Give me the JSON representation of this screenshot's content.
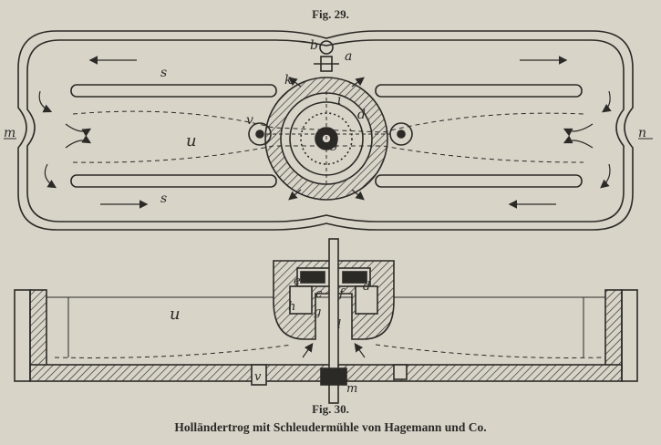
{
  "figure_top": {
    "label": "Fig. 29."
  },
  "figure_bottom": {
    "label": "Fig. 30."
  },
  "caption": "Holländertrog mit Schleudermühle von Hagemann und Co.",
  "plan_labels": {
    "a": "a",
    "b": "b",
    "k": "k",
    "i": "i",
    "d": "d",
    "g": "g",
    "v": "v",
    "u": "u",
    "m": "m",
    "n": "n",
    "s_top": "s",
    "s_bottom": "s"
  },
  "section_labels": {
    "e": "e",
    "c": "c",
    "f": "f",
    "d": "d",
    "h": "h",
    "g": "g",
    "l": "l",
    "u": "u",
    "v": "v",
    "m": "m"
  }
}
